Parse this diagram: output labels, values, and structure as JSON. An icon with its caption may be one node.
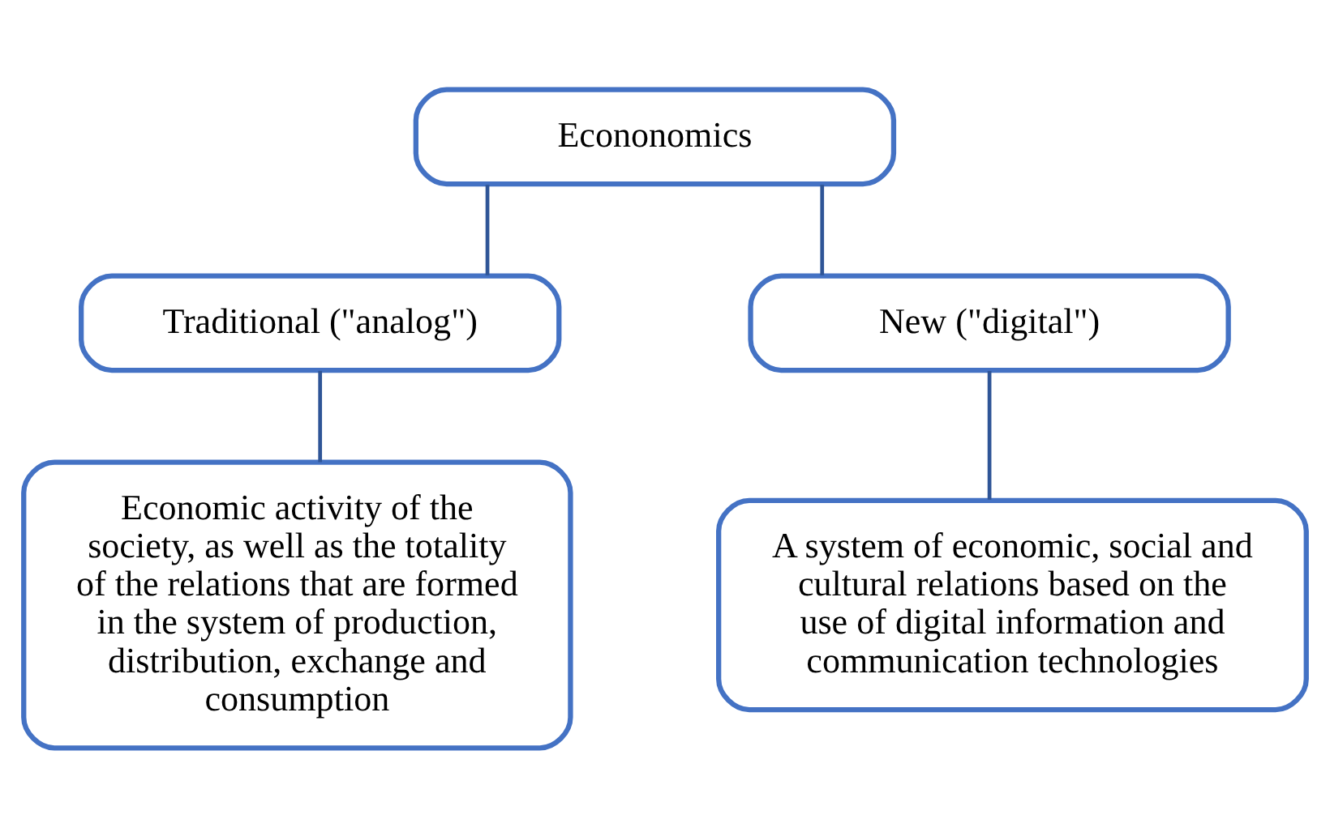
{
  "diagram": {
    "nodes": [
      {
        "text": [
          "Econonomics"
        ]
      },
      {
        "text": [
          "Traditional (\"analog\")"
        ]
      },
      {
        "text": [
          "New (\"digital\")"
        ]
      },
      {
        "text": [
          "Economic activity of the society, as well as the totality of the relations that are formed in the system of production, distribution, exchange and consumption"
        ]
      },
      {
        "text": [
          "A system of economic, social and cultural relations based on the use of digital information and communication technologies"
        ]
      }
    ],
    "edges": [
      {
        "from": 0,
        "to": 1,
        "arrow": "none"
      },
      {
        "from": 0,
        "to": 2,
        "arrow": "none"
      },
      {
        "from": 1,
        "to": 3,
        "arrow": "none"
      },
      {
        "from": 2,
        "to": 4,
        "arrow": "none"
      }
    ]
  }
}
